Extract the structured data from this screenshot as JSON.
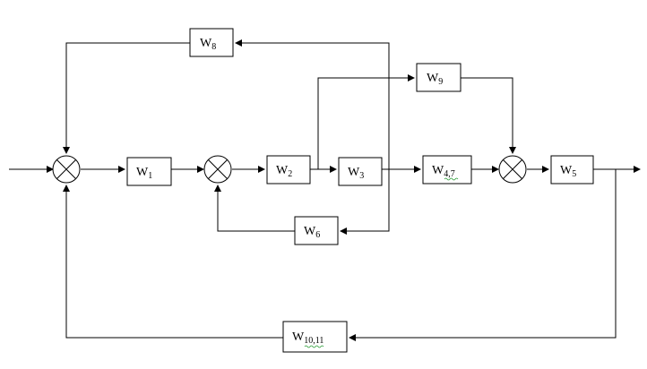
{
  "blocks": {
    "w8": {
      "base": "W",
      "sub": "8"
    },
    "w9": {
      "base": "W",
      "sub": "9"
    },
    "w1": {
      "base": "W",
      "sub": "1"
    },
    "w2": {
      "base": "W",
      "sub": "2"
    },
    "w3": {
      "base": "W",
      "sub": "3"
    },
    "w47": {
      "base": "W",
      "sub": "4,7"
    },
    "w5": {
      "base": "W",
      "sub": "5"
    },
    "w6": {
      "base": "W",
      "sub": "6"
    },
    "w1011": {
      "base": "W",
      "sub": "10,11"
    }
  },
  "colors": {
    "line": "#000000",
    "background": "#ffffff",
    "spellcheck_underline": "#2e9e3a"
  }
}
